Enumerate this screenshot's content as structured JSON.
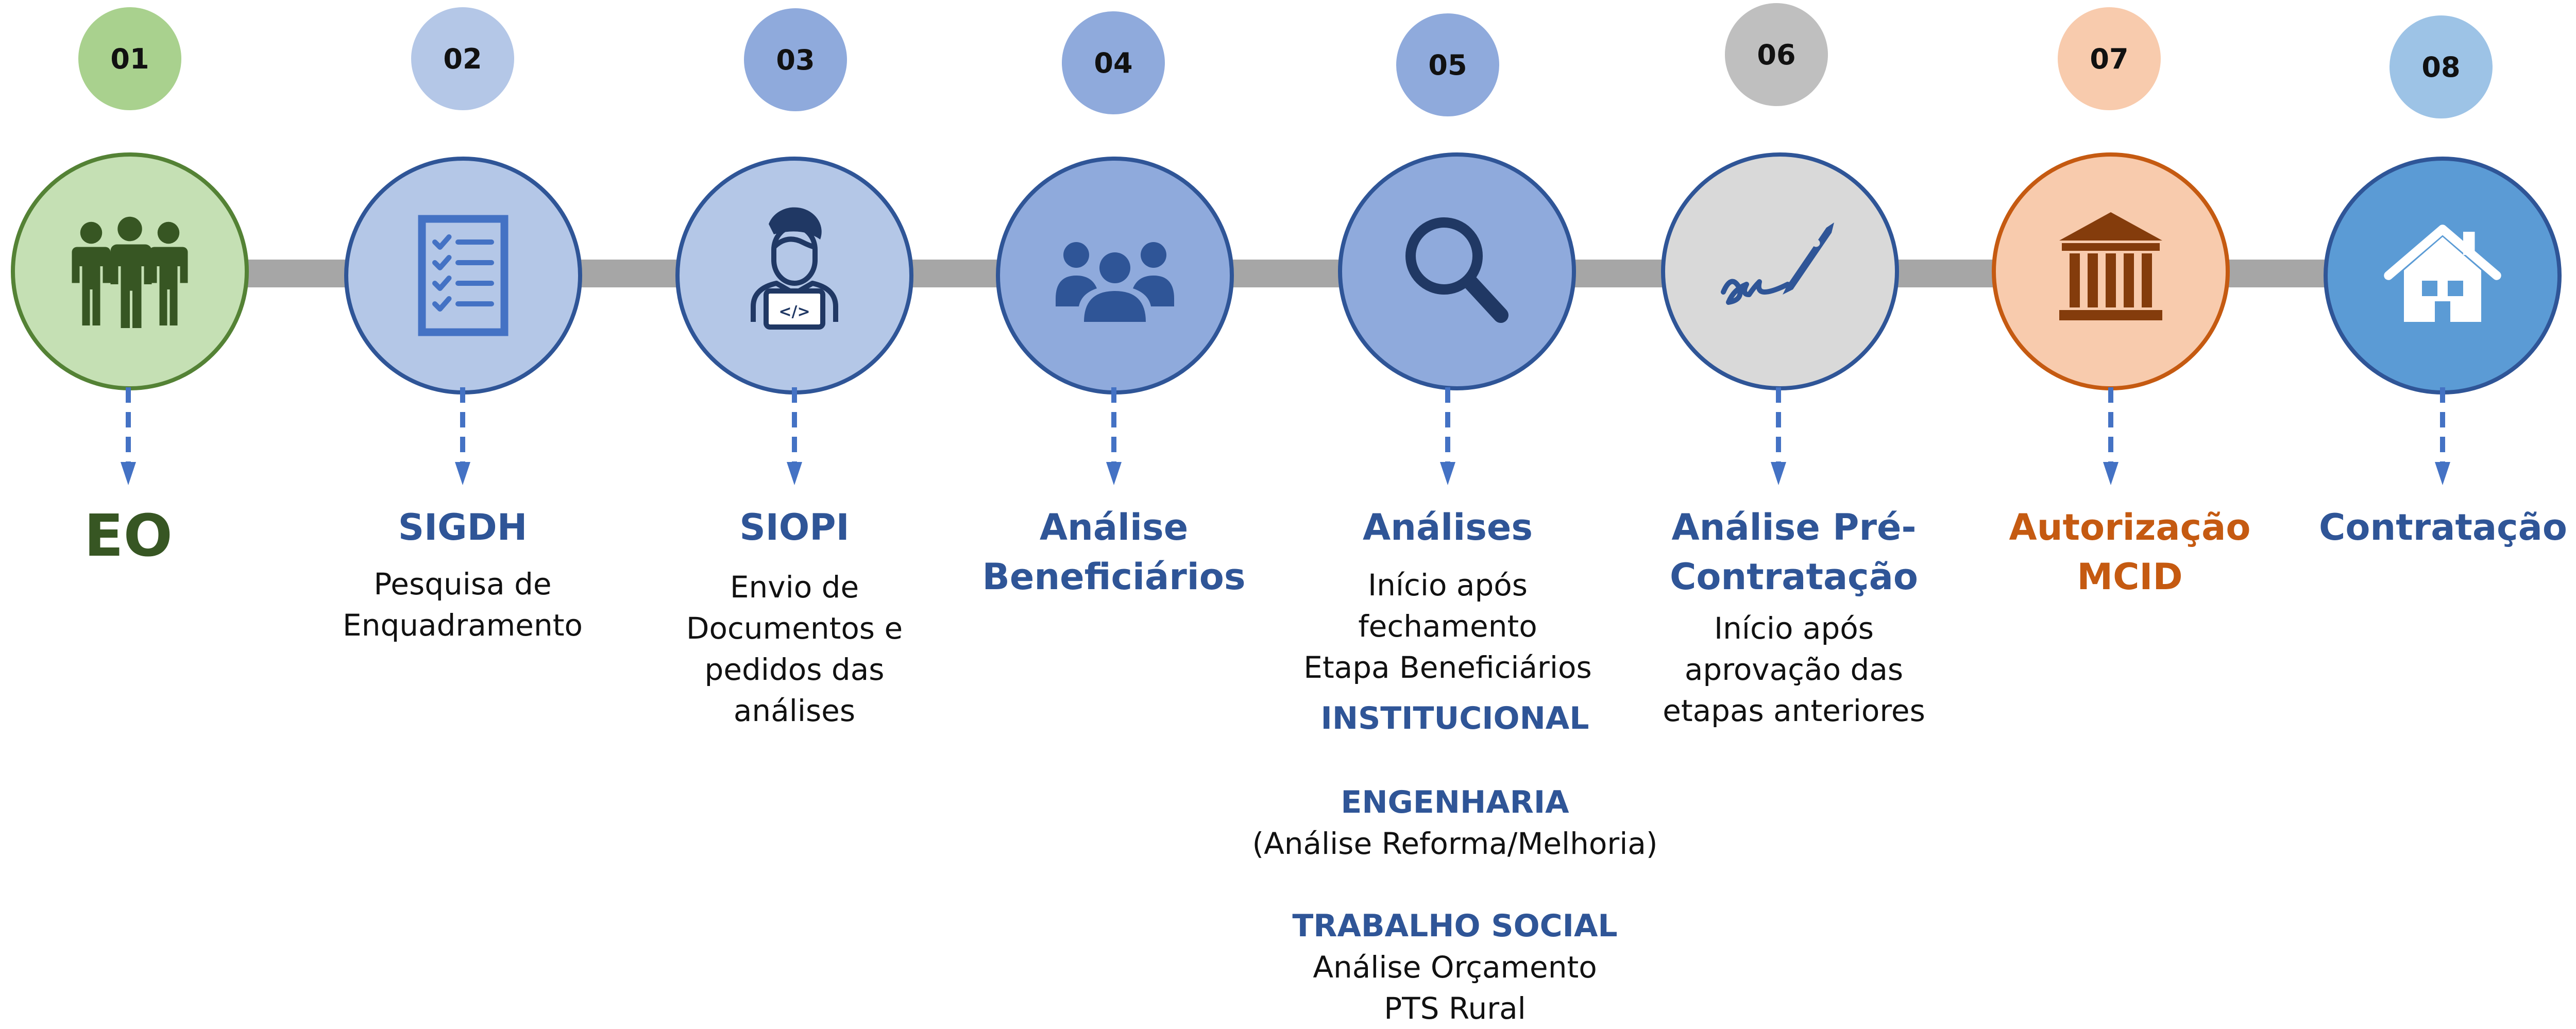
{
  "colors": {
    "connector": "#a6a6a6",
    "arrow": "#4472c4",
    "title_blue": "#2f5597",
    "title_green": "#375623",
    "title_orange": "#c55a11"
  },
  "steps": [
    {
      "number": "01",
      "title": "EO",
      "description": "",
      "icon": "people-group-icon",
      "badge_color": "#a9d18e",
      "circle_fill": "#c5e0b4",
      "circle_border": "#548235"
    },
    {
      "number": "02",
      "title": "SIGDH",
      "description": "Pesquisa de\nEnquadramento",
      "icon": "checklist-icon",
      "badge_color": "#b4c7e7",
      "circle_fill": "#b4c7e7",
      "circle_border": "#2f5597"
    },
    {
      "number": "03",
      "title": "SIOPI",
      "description": "Envio de\nDocumentos e\npedidos das\nanálises",
      "icon": "user-laptop-icon",
      "badge_color": "#8faadc",
      "circle_fill": "#b4c7e7",
      "circle_border": "#2f5597"
    },
    {
      "number": "04",
      "title": "Análise\nBeneficiários",
      "description": "",
      "icon": "group-users-icon",
      "badge_color": "#8faadc",
      "circle_fill": "#8faadc",
      "circle_border": "#2f5597"
    },
    {
      "number": "05",
      "title": "Análises",
      "description": "Início após\nfechamento\nEtapa Beneficiários",
      "icon": "magnifier-icon",
      "badge_color": "#8faadc",
      "circle_fill": "#8faadc",
      "circle_border": "#2f5597"
    },
    {
      "number": "06",
      "title": "Análise Pré-\nContratação",
      "description": "Início após\naprovação das\netapas anteriores",
      "icon": "signature-pen-icon",
      "badge_color": "#bfbfbf",
      "circle_fill": "#d9d9d9",
      "circle_border": "#2f5597"
    },
    {
      "number": "07",
      "title": "Autorização\nMCID",
      "description": "",
      "icon": "bank-building-icon",
      "badge_color": "#f8cbad",
      "circle_fill": "#f8cbad",
      "circle_border": "#c55a11"
    },
    {
      "number": "08",
      "title": "Contratação",
      "description": "",
      "icon": "house-icon",
      "badge_color": "#9dc3e6",
      "circle_fill": "#5b9bd5",
      "circle_border": "#2f5597"
    }
  ],
  "analyses": {
    "institucional": {
      "heading": "INSTITUCIONAL"
    },
    "engenharia": {
      "heading": "ENGENHARIA",
      "text": "(Análise Reforma/Melhoria)"
    },
    "trabalho_social": {
      "heading": "TRABALHO SOCIAL",
      "line1": "Análise Orçamento",
      "line2": "PTS Rural"
    }
  }
}
